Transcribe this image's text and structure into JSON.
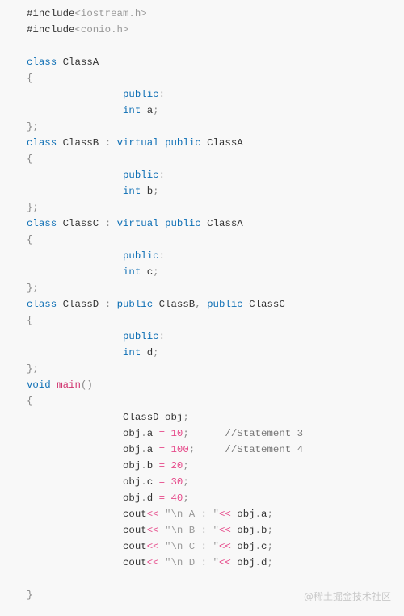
{
  "watermark": "@稀土掘金技术社区",
  "colors": {
    "plain": "#333333",
    "keyword": "#0e6fb5",
    "string": "#999999",
    "number": "#e64a8a",
    "punct": "#888888",
    "comment": "#777777",
    "function": "#d0336e"
  },
  "code_lines": [
    [
      [
        "plain",
        "#include"
      ],
      [
        "str",
        "<iostream.h>"
      ]
    ],
    [
      [
        "plain",
        "#include"
      ],
      [
        "str",
        "<conio.h>"
      ]
    ],
    [],
    [
      [
        "kw",
        "class"
      ],
      [
        "plain",
        " ClassA"
      ]
    ],
    [
      [
        "punc",
        "{"
      ]
    ],
    [
      [
        "plain",
        "                "
      ],
      [
        "kw",
        "public"
      ],
      [
        "punc",
        ":"
      ]
    ],
    [
      [
        "plain",
        "                "
      ],
      [
        "kw",
        "int"
      ],
      [
        "plain",
        " a"
      ],
      [
        "punc",
        ";"
      ]
    ],
    [
      [
        "punc",
        "};"
      ]
    ],
    [
      [
        "kw",
        "class"
      ],
      [
        "plain",
        " ClassB "
      ],
      [
        "punc",
        ":"
      ],
      [
        "plain",
        " "
      ],
      [
        "kw",
        "virtual"
      ],
      [
        "plain",
        " "
      ],
      [
        "kw",
        "public"
      ],
      [
        "plain",
        " ClassA"
      ]
    ],
    [
      [
        "punc",
        "{"
      ]
    ],
    [
      [
        "plain",
        "                "
      ],
      [
        "kw",
        "public"
      ],
      [
        "punc",
        ":"
      ]
    ],
    [
      [
        "plain",
        "                "
      ],
      [
        "kw",
        "int"
      ],
      [
        "plain",
        " b"
      ],
      [
        "punc",
        ";"
      ]
    ],
    [
      [
        "punc",
        "};"
      ]
    ],
    [
      [
        "kw",
        "class"
      ],
      [
        "plain",
        " ClassC "
      ],
      [
        "punc",
        ":"
      ],
      [
        "plain",
        " "
      ],
      [
        "kw",
        "virtual"
      ],
      [
        "plain",
        " "
      ],
      [
        "kw",
        "public"
      ],
      [
        "plain",
        " ClassA"
      ]
    ],
    [
      [
        "punc",
        "{"
      ]
    ],
    [
      [
        "plain",
        "                "
      ],
      [
        "kw",
        "public"
      ],
      [
        "punc",
        ":"
      ]
    ],
    [
      [
        "plain",
        "                "
      ],
      [
        "kw",
        "int"
      ],
      [
        "plain",
        " c"
      ],
      [
        "punc",
        ";"
      ]
    ],
    [
      [
        "punc",
        "};"
      ]
    ],
    [
      [
        "kw",
        "class"
      ],
      [
        "plain",
        " ClassD "
      ],
      [
        "punc",
        ":"
      ],
      [
        "plain",
        " "
      ],
      [
        "kw",
        "public"
      ],
      [
        "plain",
        " ClassB"
      ],
      [
        "punc",
        ","
      ],
      [
        "plain",
        " "
      ],
      [
        "kw",
        "public"
      ],
      [
        "plain",
        " ClassC"
      ]
    ],
    [
      [
        "punc",
        "{"
      ]
    ],
    [
      [
        "plain",
        "                "
      ],
      [
        "kw",
        "public"
      ],
      [
        "punc",
        ":"
      ]
    ],
    [
      [
        "plain",
        "                "
      ],
      [
        "kw",
        "int"
      ],
      [
        "plain",
        " d"
      ],
      [
        "punc",
        ";"
      ]
    ],
    [
      [
        "punc",
        "};"
      ]
    ],
    [
      [
        "kw",
        "void"
      ],
      [
        "plain",
        " "
      ],
      [
        "fn",
        "main"
      ],
      [
        "punc",
        "()"
      ]
    ],
    [
      [
        "punc",
        "{"
      ]
    ],
    [
      [
        "plain",
        "                ClassD obj"
      ],
      [
        "punc",
        ";"
      ]
    ],
    [
      [
        "plain",
        "                obj"
      ],
      [
        "punc",
        "."
      ],
      [
        "plain",
        "a "
      ],
      [
        "num",
        "="
      ],
      [
        "plain",
        " "
      ],
      [
        "num",
        "10"
      ],
      [
        "punc",
        ";"
      ],
      [
        "plain",
        "      "
      ],
      [
        "cm",
        "//Statement 3"
      ]
    ],
    [
      [
        "plain",
        "                obj"
      ],
      [
        "punc",
        "."
      ],
      [
        "plain",
        "a "
      ],
      [
        "num",
        "="
      ],
      [
        "plain",
        " "
      ],
      [
        "num",
        "100"
      ],
      [
        "punc",
        ";"
      ],
      [
        "plain",
        "     "
      ],
      [
        "cm",
        "//Statement 4"
      ]
    ],
    [
      [
        "plain",
        "                obj"
      ],
      [
        "punc",
        "."
      ],
      [
        "plain",
        "b "
      ],
      [
        "num",
        "="
      ],
      [
        "plain",
        " "
      ],
      [
        "num",
        "20"
      ],
      [
        "punc",
        ";"
      ]
    ],
    [
      [
        "plain",
        "                obj"
      ],
      [
        "punc",
        "."
      ],
      [
        "plain",
        "c "
      ],
      [
        "num",
        "="
      ],
      [
        "plain",
        " "
      ],
      [
        "num",
        "30"
      ],
      [
        "punc",
        ";"
      ]
    ],
    [
      [
        "plain",
        "                obj"
      ],
      [
        "punc",
        "."
      ],
      [
        "plain",
        "d "
      ],
      [
        "num",
        "="
      ],
      [
        "plain",
        " "
      ],
      [
        "num",
        "40"
      ],
      [
        "punc",
        ";"
      ]
    ],
    [
      [
        "plain",
        "                cout"
      ],
      [
        "num",
        "<<"
      ],
      [
        "plain",
        " "
      ],
      [
        "str",
        "\"\\n A : \""
      ],
      [
        "num",
        "<<"
      ],
      [
        "plain",
        " obj"
      ],
      [
        "punc",
        "."
      ],
      [
        "plain",
        "a"
      ],
      [
        "punc",
        ";"
      ]
    ],
    [
      [
        "plain",
        "                cout"
      ],
      [
        "num",
        "<<"
      ],
      [
        "plain",
        " "
      ],
      [
        "str",
        "\"\\n B : \""
      ],
      [
        "num",
        "<<"
      ],
      [
        "plain",
        " obj"
      ],
      [
        "punc",
        "."
      ],
      [
        "plain",
        "b"
      ],
      [
        "punc",
        ";"
      ]
    ],
    [
      [
        "plain",
        "                cout"
      ],
      [
        "num",
        "<<"
      ],
      [
        "plain",
        " "
      ],
      [
        "str",
        "\"\\n C : \""
      ],
      [
        "num",
        "<<"
      ],
      [
        "plain",
        " obj"
      ],
      [
        "punc",
        "."
      ],
      [
        "plain",
        "c"
      ],
      [
        "punc",
        ";"
      ]
    ],
    [
      [
        "plain",
        "                cout"
      ],
      [
        "num",
        "<<"
      ],
      [
        "plain",
        " "
      ],
      [
        "str",
        "\"\\n D : \""
      ],
      [
        "num",
        "<<"
      ],
      [
        "plain",
        " obj"
      ],
      [
        "punc",
        "."
      ],
      [
        "plain",
        "d"
      ],
      [
        "punc",
        ";"
      ]
    ],
    [],
    [
      [
        "punc",
        "}"
      ]
    ]
  ]
}
